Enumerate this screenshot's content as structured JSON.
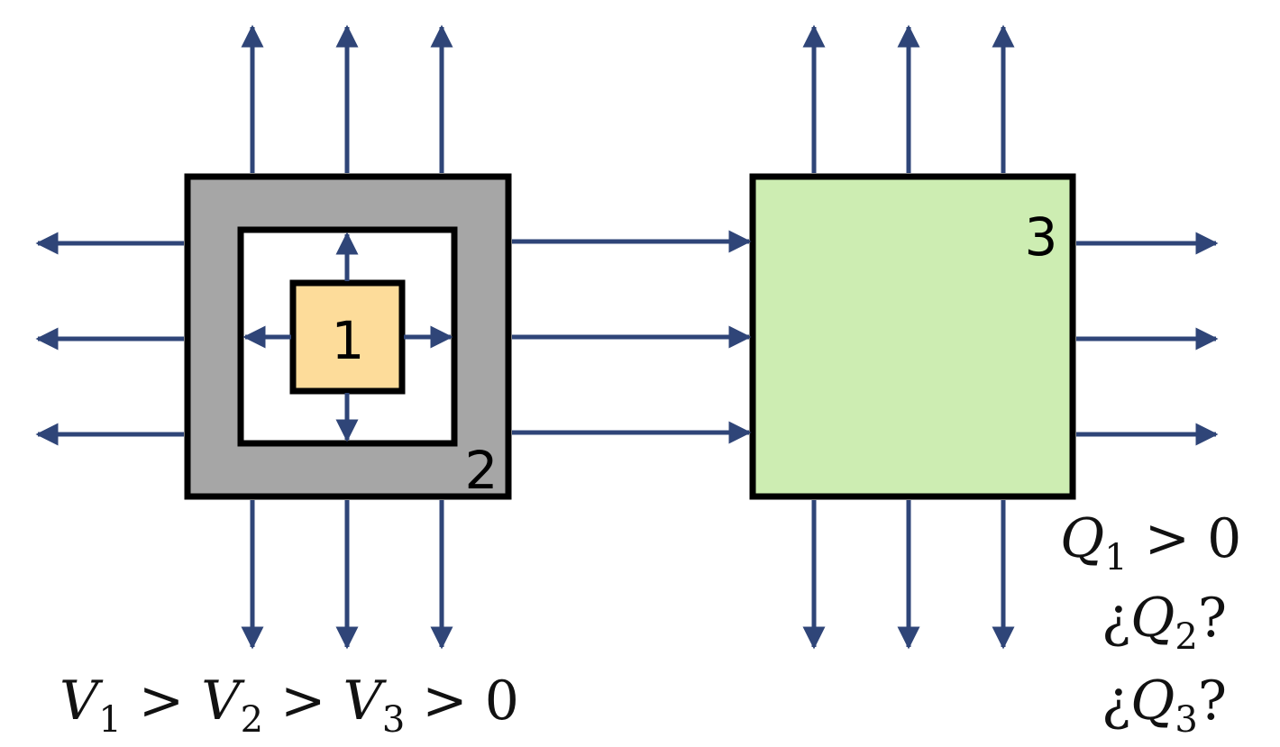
{
  "diagram": {
    "regions": [
      {
        "id": "1",
        "label": "1",
        "fill": "#FDDC9A"
      },
      {
        "id": "2",
        "label": "2",
        "fill": "#A6A6A6"
      },
      {
        "id": "3",
        "label": "3",
        "fill": "#CDEDB2"
      }
    ],
    "arrow_color": "#2F4578",
    "border_color": "#000000",
    "inner_white": "#FFFFFF"
  },
  "equations": {
    "voltage": {
      "v1": "V",
      "s1": "1",
      "gt1": ">",
      "v2": "V",
      "s2": "2",
      "gt2": ">",
      "v3": "V",
      "s3": "3",
      "gt3": ">",
      "zero": "0"
    },
    "q1": {
      "sym": "Q",
      "sub": "1",
      "gt": ">",
      "zero": "0"
    },
    "q2": {
      "open": "¿",
      "sym": "Q",
      "sub": "2",
      "close": "?"
    },
    "q3": {
      "open": "¿",
      "sym": "Q",
      "sub": "3",
      "close": "?"
    }
  }
}
